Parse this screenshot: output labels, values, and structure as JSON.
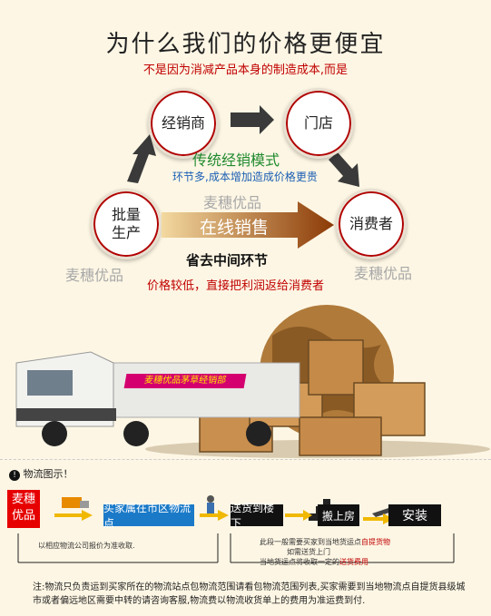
{
  "header": {
    "title": "为什么我们的价格更便宜",
    "subtitle": "不是因为消减产品本身的制造成本,而是"
  },
  "diagram": {
    "node_distributor": "经销商",
    "node_store": "门店",
    "node_wholesale": "批量\n生产",
    "node_consumer": "消费者",
    "traditional_title": "传统经销模式",
    "traditional_desc": "环节多,成本增加造成价格更贵",
    "watermark": "麦穗优品",
    "online_label": "在线销售",
    "skip_label": "省去中间环节",
    "benefit_label": "价格较低，直接把利润返给消费者"
  },
  "truck_banner": "麦穗优品茅草经销部",
  "logistics": {
    "heading": "物流图示！",
    "logo_text": "麦穗\n优品",
    "step_city": "买家属在市区物流点",
    "step_deliver": "送货到楼下",
    "step_upstairs": "搬上房",
    "step_install": "安装",
    "note_left": "以相应物流公司报价为准收取.",
    "note_r1_prefix": "此段一般需要买家到当地货运点",
    "note_r1_red": "自提货物",
    "note_r2": "如需送货上门",
    "note_r3_prefix": "当地货运点将收取一定的",
    "note_r3_red": "送货费用"
  },
  "footnote": "注:物流只负责运到买家所在的物流站点包物流范围请看包物流范围列表,买家需要到当地物流点自提货县级城市或者偏远地区需要中转的请咨询客服,物流费以物流收货单上的费用为准运费到付."
}
